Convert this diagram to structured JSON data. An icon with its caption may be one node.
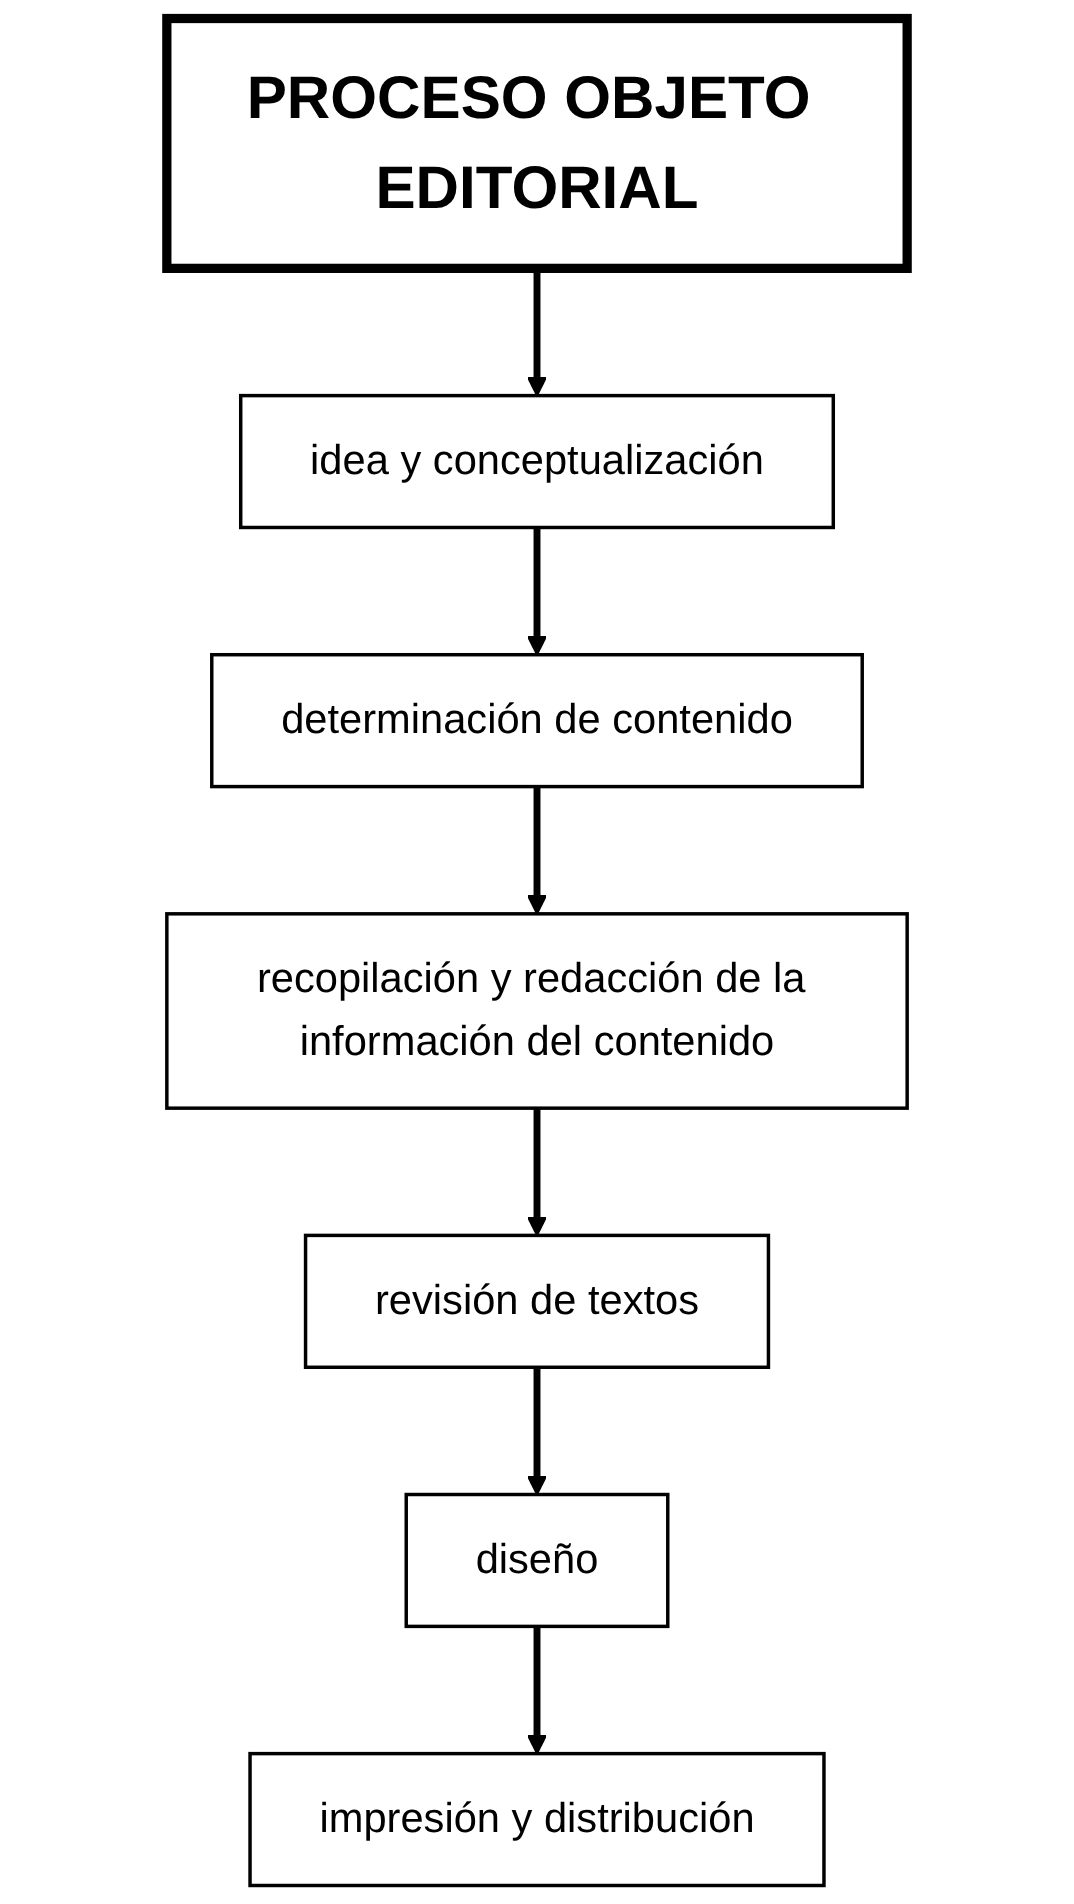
{
  "diagram": {
    "nodes": [
      {
        "text": [
          "PROCESO OBJETO EDITORIAL"
        ]
      },
      {
        "text": [
          "idea y conceptualización"
        ]
      },
      {
        "text": [
          "determinación de contenido"
        ]
      },
      {
        "text": [
          "recopilación y redacción de la información del contenido"
        ]
      },
      {
        "text": [
          "revisión de textos"
        ]
      },
      {
        "text": [
          "diseño"
        ]
      },
      {
        "text": [
          "impresión y distribución"
        ]
      }
    ],
    "edges": [
      {
        "from": 0,
        "to": 1,
        "arrow": "to"
      },
      {
        "from": 1,
        "to": 2,
        "arrow": "to"
      },
      {
        "from": 2,
        "to": 3,
        "arrow": "to"
      },
      {
        "from": 3,
        "to": 4,
        "arrow": "to"
      },
      {
        "from": 4,
        "to": 5,
        "arrow": "to"
      },
      {
        "from": 5,
        "to": 6,
        "arrow": "to"
      }
    ]
  }
}
